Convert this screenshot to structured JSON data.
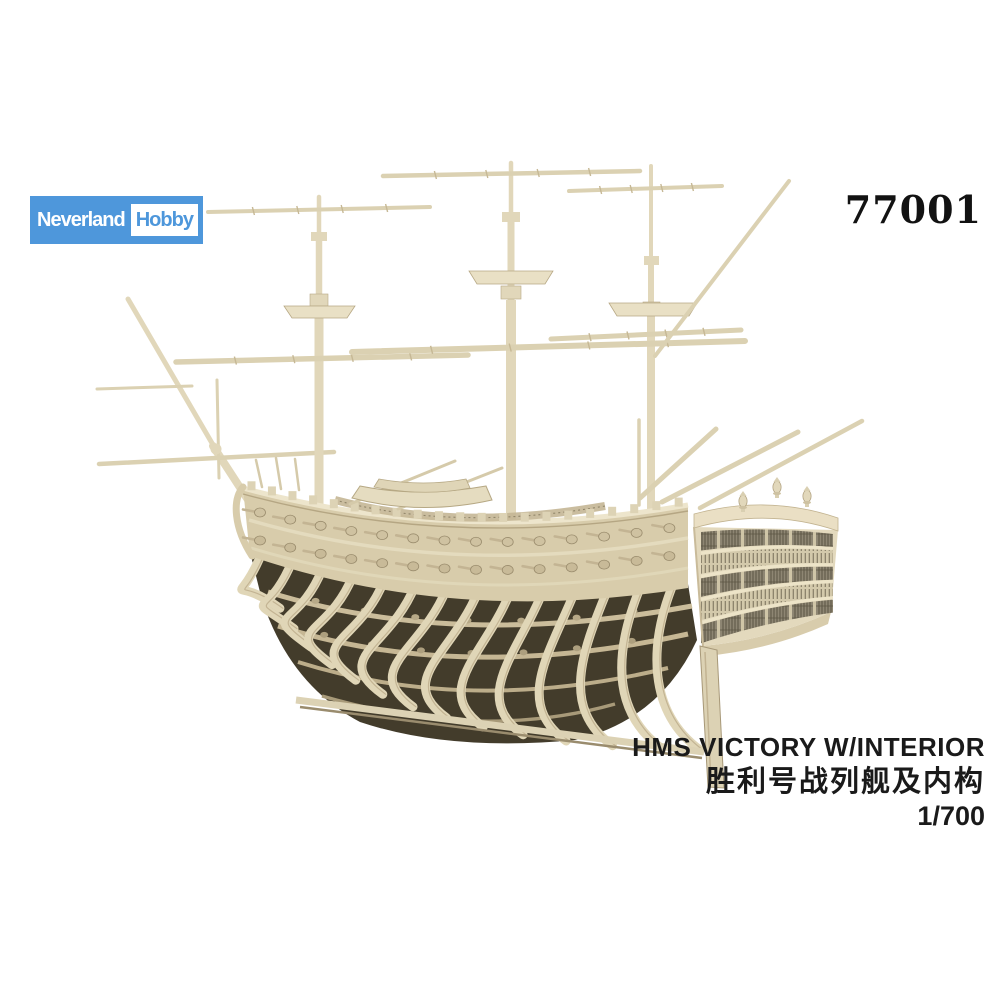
{
  "brand": {
    "logo_left": "Neverland",
    "logo_right": "Hobby",
    "brand_color": "#4E97DB"
  },
  "product": {
    "code": "77001",
    "name_en": "HMS VICTORY W/INTERIOR",
    "name_cn": "胜利号战列舰及内构",
    "scale": "1/700"
  },
  "render": {
    "subject": "hms-victory-cross-section-model-render",
    "plastic_color": "#E0D6B8",
    "plastic_shadow_color": "#C2B390",
    "interior_color": "#433C2B",
    "background_color": "#FFFFFF"
  }
}
